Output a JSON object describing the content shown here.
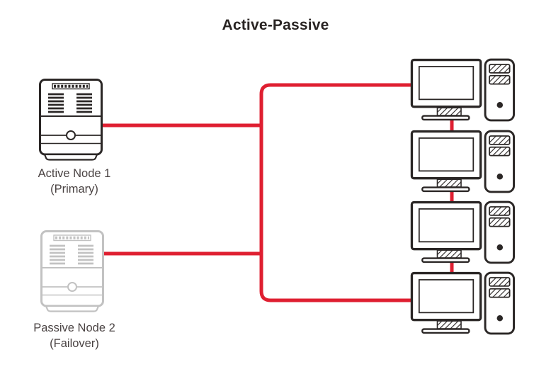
{
  "title": "Active-Passive",
  "nodes": {
    "active": {
      "label": "Active Node 1",
      "sublabel": "(Primary)",
      "icon": "server-icon",
      "state": "active"
    },
    "passive": {
      "label": "Passive Node 2",
      "sublabel": "(Failover)",
      "icon": "server-icon-gray",
      "state": "passive"
    }
  },
  "clients": {
    "count": 4,
    "icon": "desktop-workstation-icon"
  },
  "connections": [
    {
      "from": "active-node-1",
      "to": "client-trunk"
    },
    {
      "from": "passive-node-2",
      "to": "client-trunk"
    },
    {
      "from": "client-trunk",
      "to": "workstation-1"
    },
    {
      "from": "client-trunk",
      "to": "workstation-4"
    },
    {
      "from": "workstation-1",
      "to": "workstation-2"
    },
    {
      "from": "workstation-2",
      "to": "workstation-3"
    },
    {
      "from": "workstation-3",
      "to": "workstation-4"
    }
  ],
  "colors": {
    "connection_red": "#df1f31",
    "outline_dark": "#2b2726",
    "outline_gray": "#c2c2c2",
    "label_text": "#4a4343",
    "background": "#ffffff"
  }
}
